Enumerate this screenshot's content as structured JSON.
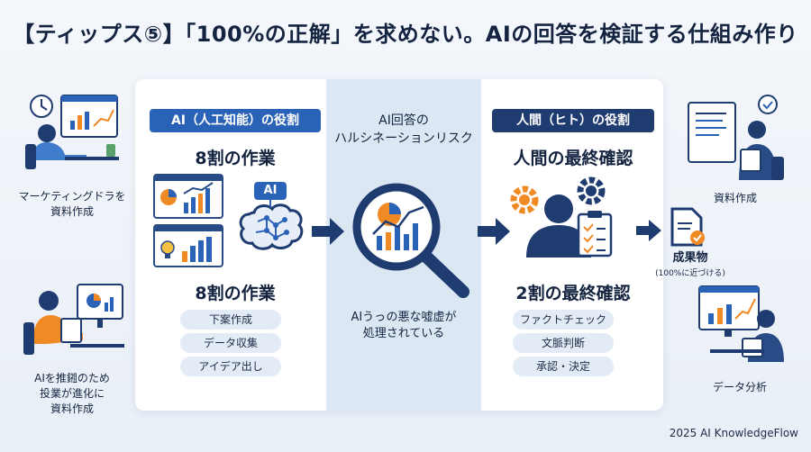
{
  "title": "【ティップス⑤】「100%の正解」を求めない。AIの回答を検証する仕組み作り",
  "left_column": {
    "header": "AI（人工知能）の役割",
    "heading_top": "8割の作業",
    "heading_bottom": "8割の作業",
    "ai_badge": "AI",
    "tasks": [
      "下案作成",
      "データ収集",
      "アイデア出し"
    ]
  },
  "middle_column": {
    "title_line1": "AI回答の",
    "title_line2": "ハルシネーションリスク",
    "desc_line1": "AIうっの悪な噓虚が",
    "desc_line2": "処理されている"
  },
  "right_column": {
    "header": "人間（ヒト）の役割",
    "heading_top": "人間の最終確認",
    "heading_bottom": "2割の最終確認",
    "tasks": [
      "ファクトチェック",
      "文脈判断",
      "承認・決定"
    ]
  },
  "result": {
    "label": "成果物",
    "note": "(100%に近づける)"
  },
  "left_side": {
    "top_line1": "マーケティングドラを",
    "top_line2": "資料作成",
    "bottom_line1": "AIを推鎺のため",
    "bottom_line2": "投業が進化に",
    "bottom_line3": "資料作成"
  },
  "right_side": {
    "top_label": "資料作成",
    "bottom_label": "データ分析"
  },
  "footer": "2025 AI KnowledgeFlow",
  "colors": {
    "accent_blue": "#2a62b8",
    "navy": "#1f3c70",
    "orange": "#f08a24"
  }
}
